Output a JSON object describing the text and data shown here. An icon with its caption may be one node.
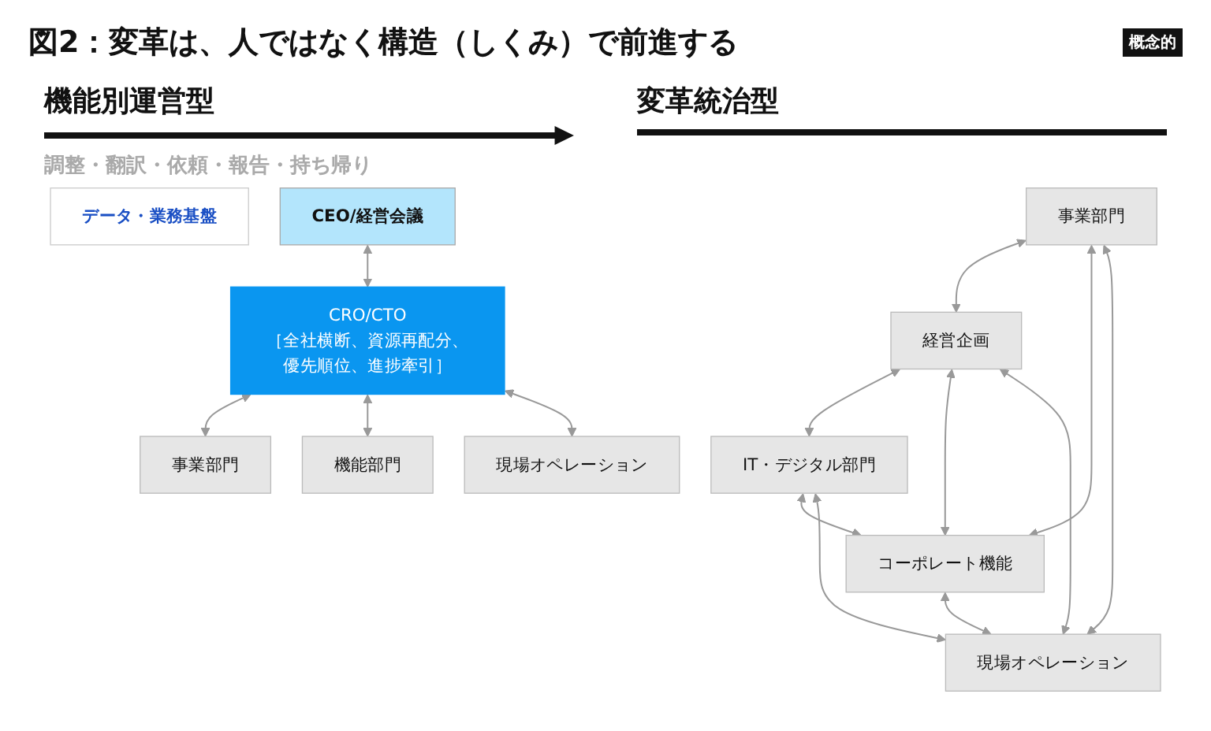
{
  "diagram": {
    "title": "図2：変革は、人ではなく構造（しくみ）で前進する",
    "nodes": [
      {
        "text": [
          "事業部門"
        ]
      },
      {
        "text": [
          "経営企画"
        ]
      },
      {
        "text": [
          "IT・デジタル部門"
        ]
      },
      {
        "text": [
          "コーポレート機能"
        ]
      },
      {
        "text": [
          "現場オペレーション"
        ]
      },
      {
        "text": [
          "CEO/経営会議"
        ]
      },
      {
        "text": [
          "CRO/CTO",
          "［全社横断、資源再配分、優先順位、進捗牽引］"
        ]
      },
      {
        "text": [
          "データ・業務基盤"
        ]
      },
      {
        "text": [
          "事業部門"
        ]
      },
      {
        "text": [
          "機能部門"
        ]
      },
      {
        "text": [
          "現場オペレーション"
        ]
      }
    ],
    "edges": [
      {
        "from": 0,
        "to": 1,
        "arrow": "both"
      },
      {
        "from": 1,
        "to": 2,
        "arrow": "both"
      },
      {
        "from": 0,
        "to": 3,
        "arrow": "both"
      },
      {
        "from": 0,
        "to": 4,
        "arrow": "both"
      },
      {
        "from": 1,
        "to": 3,
        "arrow": "both"
      },
      {
        "from": 1,
        "to": 4,
        "arrow": "both"
      },
      {
        "from": 2,
        "to": 3,
        "arrow": "both"
      },
      {
        "from": 2,
        "to": 4,
        "arrow": "both"
      },
      {
        "from": 3,
        "to": 4,
        "arrow": "both"
      },
      {
        "from": 5,
        "to": 6,
        "arrow": "both"
      },
      {
        "from": 6,
        "to": 8,
        "arrow": "both"
      },
      {
        "from": 6,
        "to": 9,
        "arrow": "both"
      },
      {
        "from": 6,
        "to": 10,
        "arrow": "both"
      }
    ],
    "labels": [
      "概念的",
      "機能別運営型",
      "変革統治型",
      "調整・翻訳・依頼・報告・持ち帰り"
    ]
  }
}
